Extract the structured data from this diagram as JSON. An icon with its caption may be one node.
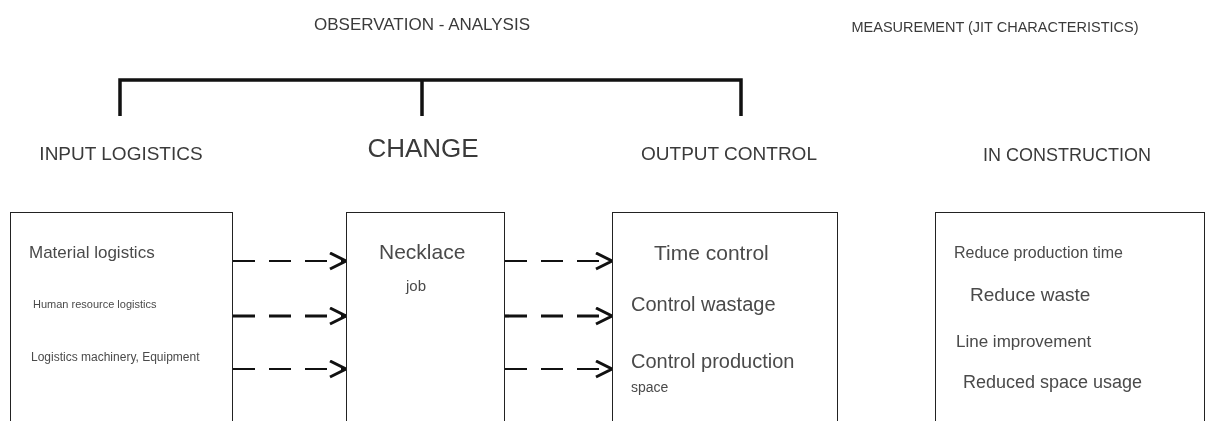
{
  "diagram": {
    "nodes": [
      {
        "text": [
          "INPUT LOGISTICS",
          "Material logistics",
          "Human resource logistics",
          "Logistics machinery, Equipment"
        ]
      },
      {
        "text": [
          "CHANGE",
          "Necklace",
          "job"
        ]
      },
      {
        "text": [
          "OUTPUT CONTROL",
          "Time control",
          "Control wastage",
          "Control production",
          "space"
        ]
      },
      {
        "text": [
          "IN CONSTRUCTION",
          "Reduce production time",
          "Reduce waste",
          "Line improvement",
          "Reduced space usage"
        ]
      }
    ],
    "edges": [
      {
        "from": 0,
        "to": 1,
        "arrow": "to",
        "style": "dashed"
      },
      {
        "from": 0,
        "to": 1,
        "arrow": "to",
        "style": "dashed"
      },
      {
        "from": 0,
        "to": 1,
        "arrow": "to",
        "style": "dashed"
      },
      {
        "from": 1,
        "to": 2,
        "arrow": "to",
        "style": "dashed"
      },
      {
        "from": 1,
        "to": 2,
        "arrow": "to",
        "style": "dashed"
      },
      {
        "from": 1,
        "to": 2,
        "arrow": "to",
        "style": "dashed"
      }
    ],
    "labels": [
      "OBSERVATION - ANALYSIS",
      "MEASUREMENT (JIT CHARACTERISTICS)"
    ]
  }
}
